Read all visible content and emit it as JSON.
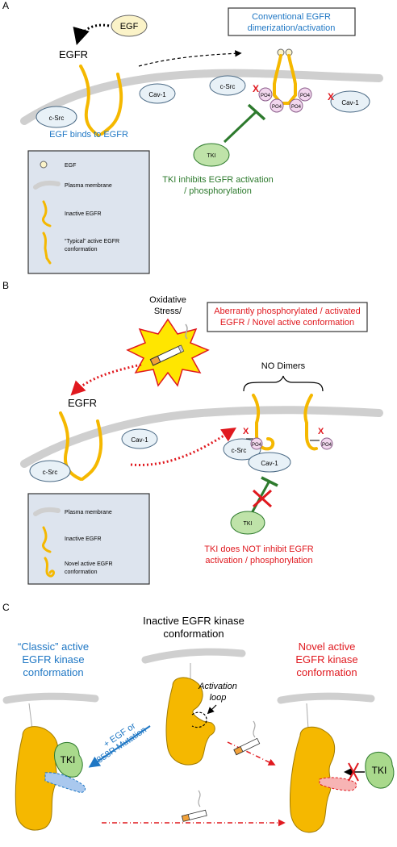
{
  "panelA": {
    "letter": "A",
    "egf_ligand": "EGF",
    "egfr": "EGFR",
    "box_title": [
      "Conventional EGFR",
      "dimerization/activation"
    ],
    "cav1_left": "Cav-1",
    "csrc_mid": "c-Src",
    "cav1_right": "Cav-1",
    "csrc_left": "c-Src",
    "po4": "PO4",
    "x_mark": "X",
    "egf_binds": "EGF binds to EGFR",
    "tki": "TKI",
    "tki_caption": [
      "TKI inhibits EGFR activation",
      "/ phosphorylation"
    ],
    "legend": {
      "egf": "EGF",
      "membrane": "Plasma membrane",
      "inactive": "Inactive EGFR",
      "active": [
        "“Typical” active EGFR",
        "conformation"
      ]
    }
  },
  "panelB": {
    "letter": "B",
    "stress": [
      "Oxidative",
      "Stress/"
    ],
    "box_title": [
      "Aberrantly phosphorylated / activated",
      "EGFR / Novel active conformation"
    ],
    "no_dimers": "NO Dimers",
    "egfr": "EGFR",
    "cav1_left": "Cav-1",
    "csrc_left": "c-Src",
    "csrc_mid": "c-Src",
    "cav1_mid": "Cav-1",
    "po4": "PO4",
    "x_mark": "X",
    "tki": "TKI",
    "tki_caption": [
      "TKI does NOT inhibit EGFR",
      "activation / phosphorylation"
    ],
    "legend": {
      "membrane": "Plasma membrane",
      "inactive": "Inactive EGFR",
      "novel": [
        "Novel active EGFR",
        "conformation"
      ]
    }
  },
  "panelC": {
    "letter": "C",
    "inactive_title": [
      "Inactive EGFR kinase",
      "conformation"
    ],
    "classic_title": [
      "“Classic” active",
      "EGFR kinase",
      "conformation"
    ],
    "novel_title": [
      "Novel active",
      "EGFR kinase",
      "conformation"
    ],
    "activation_loop": [
      "Activation",
      "loop"
    ],
    "egf_mutation": [
      "+ EGF or",
      "L858R Mutation"
    ],
    "tki_left": "TKI",
    "tki_right": "TKI"
  },
  "colors": {
    "egfr_yellow": "#f5b800",
    "blue_text": "#1f77c4",
    "red_text": "#e0191f",
    "green": "#2d7a2d",
    "membrane_gray": "#cfcfcf",
    "legend_bg": "#dde4ee"
  }
}
